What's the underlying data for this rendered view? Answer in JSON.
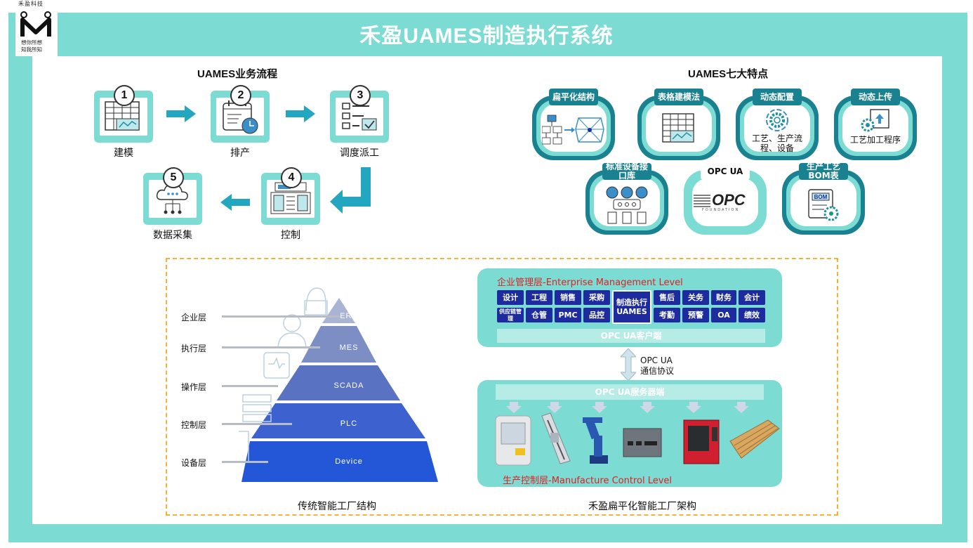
{
  "header": {
    "brand": "禾盈科技",
    "slogan_line1": "想你所想",
    "slogan_line2": "知我所知",
    "title": "禾盈UAMES制造执行系统"
  },
  "process": {
    "title": "UAMES业务流程",
    "steps": [
      {
        "num": "1",
        "label": "建模"
      },
      {
        "num": "2",
        "label": "排产"
      },
      {
        "num": "3",
        "label": "调度派工"
      },
      {
        "num": "4",
        "label": "控制"
      },
      {
        "num": "5",
        "label": "数据采集"
      }
    ]
  },
  "features": {
    "title": "UAMES七大特点",
    "items": [
      {
        "tag": "扁平化结构",
        "icon": "hierarchy-to-network-icon",
        "sub": ""
      },
      {
        "tag": "表格建模法",
        "icon": "spreadsheet-icon",
        "sub": ""
      },
      {
        "tag": "动态配置",
        "icon": "gear-cycle-icon",
        "sub": "工艺、生产流程、设备"
      },
      {
        "tag": "动态上传",
        "icon": "upload-gear-icon",
        "sub": "工艺加工程序"
      },
      {
        "tag": "标准设备接口库",
        "icon": "device-interface-icon",
        "sub": ""
      },
      {
        "tag": "OPC UA",
        "icon": "opc-foundation-logo",
        "sub": ""
      },
      {
        "tag": "生产工艺BOM表",
        "icon": "bom-document-icon",
        "sub": ""
      }
    ]
  },
  "opc_logo": {
    "text": "OPC",
    "sub": "FOUNDATION"
  },
  "pyramid": {
    "caption": "传统智能工厂结构",
    "layers": [
      {
        "label": "企业层",
        "name": "ERP",
        "color": "#a9b4d4"
      },
      {
        "label": "执行层",
        "name": "MES",
        "color": "#7d8ec4"
      },
      {
        "label": "操作层",
        "name": "SCADA",
        "color": "#5a72c2"
      },
      {
        "label": "控制层",
        "name": "PLC",
        "color": "#3d62cf"
      },
      {
        "label": "设备层",
        "name": "Device",
        "color": "#2456d8"
      }
    ]
  },
  "architecture": {
    "caption": "禾盈扁平化智能工厂架构",
    "enterprise_title": "企业管理层-Enterprise Management Level",
    "modules_row1": [
      "设计",
      "工程",
      "销售",
      "采购"
    ],
    "modules_row1b": [
      "售后",
      "关务",
      "财务",
      "会计"
    ],
    "modules_row2": [
      "供应链管理",
      "仓管",
      "PMC",
      "品控"
    ],
    "modules_row2b": [
      "考勤",
      "预警",
      "OA",
      "绩效"
    ],
    "center_module_l1": "制造执行",
    "center_module_l2": "UAMES",
    "client_band": "OPC UA客户端",
    "protocol_l1": "OPC UA",
    "protocol_l2": "通信协议",
    "server_band": "OPC UA服务器端",
    "control_title": "生产控制层-Manufacture Control Level"
  }
}
